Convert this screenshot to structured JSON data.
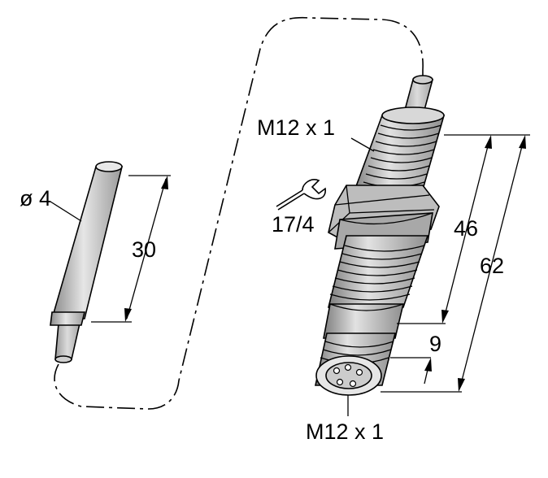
{
  "labels": {
    "rod_diameter": "ø 4",
    "rod_length": "30",
    "thread_top": "M12 x 1",
    "wrench_size": "17/4",
    "dim_46": "46",
    "dim_62": "62",
    "dim_9": "9",
    "thread_bottom": "M12 x 1"
  },
  "icons": {
    "wrench": "wrench-icon"
  },
  "colors": {
    "part_fill_light": "#dddddd",
    "part_fill_mid": "#b8b8b8",
    "part_fill_dark": "#8c8c8c",
    "line": "#000000"
  }
}
